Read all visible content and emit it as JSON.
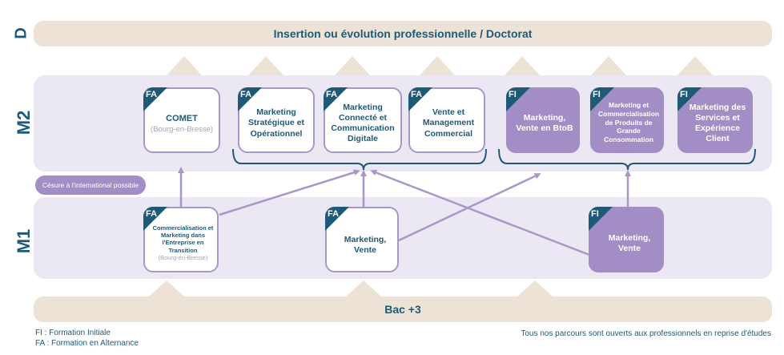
{
  "top_banner": "Insertion ou évolution professionnelle / Doctorat",
  "bottom_banner": "Bac +3",
  "levels": {
    "d": "D",
    "m2": "M2",
    "m1": "M1"
  },
  "cesure": "Césure à l'international possible",
  "m2_programs": [
    {
      "tag": "FA",
      "title": "COMET",
      "subtitle": "(Bourg-en-Bresse)"
    },
    {
      "tag": "FA",
      "title": "Marketing Stratégique et Opérationnel"
    },
    {
      "tag": "FA",
      "title": "Marketing Connecté et Communication Digitale"
    },
    {
      "tag": "FA",
      "title": "Vente et Management Commercial"
    },
    {
      "tag": "FI",
      "title": "Marketing, Vente en BtoB"
    },
    {
      "tag": "FI",
      "title": "Marketing et Commercialisation de Produits de Grande Consommation"
    },
    {
      "tag": "FI",
      "title": "Marketing des Services et Expérience Client"
    }
  ],
  "m1_programs": [
    {
      "tag": "FA",
      "title": "Commercialisation et Marketing dans l'Entreprise en Transition",
      "subtitle": "(Bourg-en-Bresse)"
    },
    {
      "tag": "FA",
      "title": "Marketing, Vente"
    },
    {
      "tag": "FI",
      "title": "Marketing, Vente"
    }
  ],
  "legend": {
    "fi": "FI : Formation Initiale",
    "fa": "FA : Formation en Alternance"
  },
  "note": "Tous nos parcours sont ouverts aux professionnels en reprise d'études",
  "colors": {
    "navy": "#1e5a78",
    "purple": "#a28dc5",
    "lavender_band": "#ebe8f3",
    "beige": "#ece3d6"
  }
}
